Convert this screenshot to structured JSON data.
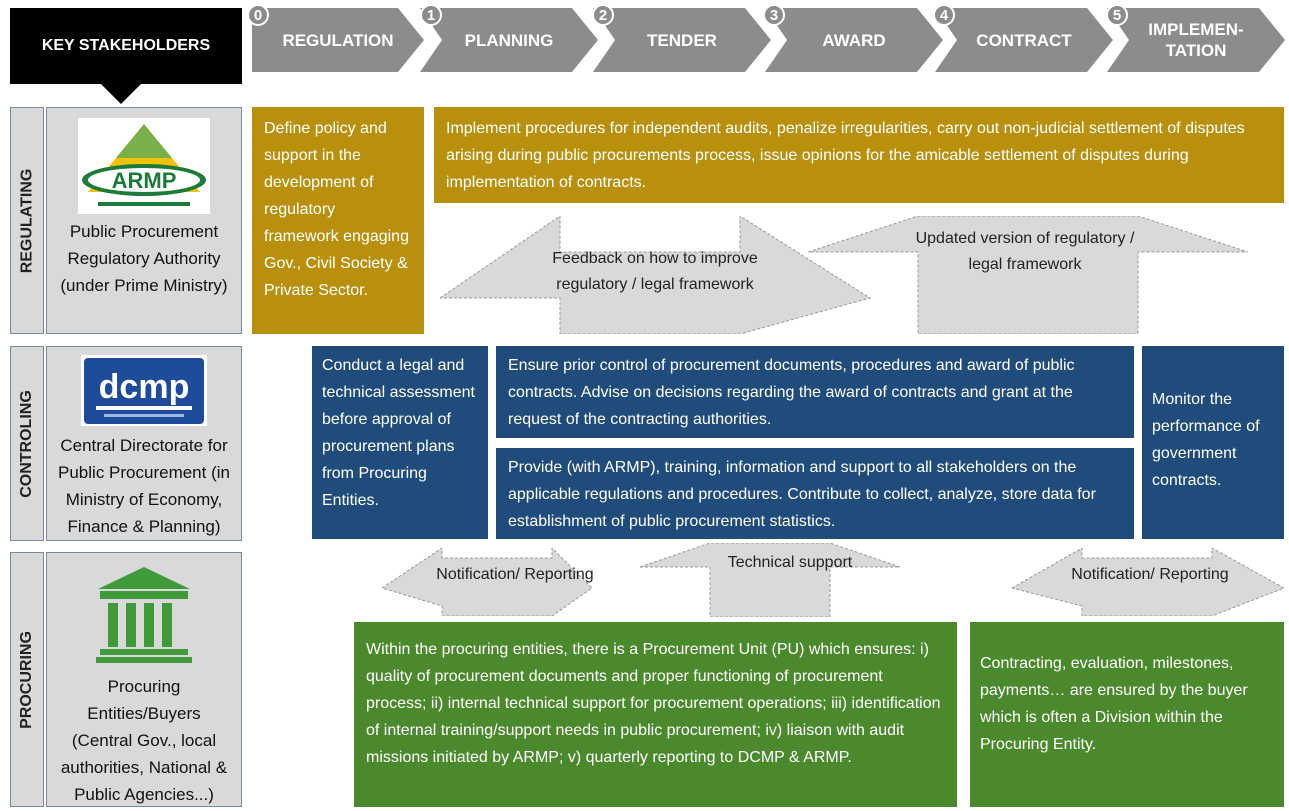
{
  "header": {
    "key_stakeholders": "KEY STAKEHOLDERS",
    "phases": [
      {
        "num": "0",
        "label": "REGULATION"
      },
      {
        "num": "1",
        "label": "PLANNING"
      },
      {
        "num": "2",
        "label": "TENDER"
      },
      {
        "num": "3",
        "label": "AWARD"
      },
      {
        "num": "4",
        "label": "CONTRACT"
      },
      {
        "num": "5",
        "label": "IMPLEMEN-\nTATION"
      }
    ]
  },
  "rows": {
    "regulating": {
      "label": "REGULATING",
      "logo_text": "ARMP",
      "stakeholder": "Public Procurement Regulatory Authority (under Prime Ministry)"
    },
    "controling": {
      "label": "CONTROLING",
      "logo_text": "dcmp",
      "stakeholder": "Central Directorate for Public Procurement (in Ministry of Economy, Finance & Planning)"
    },
    "procuring": {
      "label": "PROCURING",
      "stakeholder": "Procuring Entities/Buyers (Central Gov., local authorities, National & Public Agencies...)"
    }
  },
  "boxes": {
    "regulation_policy": "Define policy and support in the development of regulatory framework engaging Gov., Civil Society & Private Sector.",
    "regulation_audits": "Implement procedures for independent audits, penalize irregularities, carry out non-judicial settlement of disputes arising during public procurements process, issue opinions for the amicable settlement of disputes during implementation of contracts.",
    "control_assessment": "Conduct a legal and technical assessment before approval of procurement plans from Procuring Entities.",
    "control_prior": "Ensure prior control of procurement documents, procedures and award of public contracts. Advise on decisions regarding the award of contracts and grant at the request of the contracting authorities.",
    "control_training": "Provide (with ARMP), training, information and support to all stakeholders on the applicable regulations and procedures. Contribute to collect, analyze, store data for establishment of public procurement statistics.",
    "control_monitor": "Monitor the performance of government contracts.",
    "procuring_unit": "Within the procuring entities, there is a Procurement Unit (PU) which ensures: i) quality of procurement documents and proper functioning of procurement process; ii) internal technical support for procurement operations; iii) identification of internal training/support needs in public procurement; iv) liaison with audit missions  initiated by ARMP; v) quarterly reporting to DCMP & ARMP.",
    "procuring_contracting": "Contracting, evaluation, milestones, payments… are ensured by the buyer which is often a Division within  the Procuring Entity."
  },
  "arrows": {
    "feedback": "Feedback on how to improve regulatory / legal framework",
    "updated": "Updated version of regulatory / legal framework",
    "notification_left": "Notification/ Reporting",
    "technical_support": "Technical support",
    "notification_right": "Notification/ Reporting"
  },
  "colors": {
    "gold": "#b8900c",
    "blue": "#1f4c7a",
    "green": "#4a8a2c",
    "chevron": "#8c8c8c",
    "side": "#d9d9d9"
  }
}
